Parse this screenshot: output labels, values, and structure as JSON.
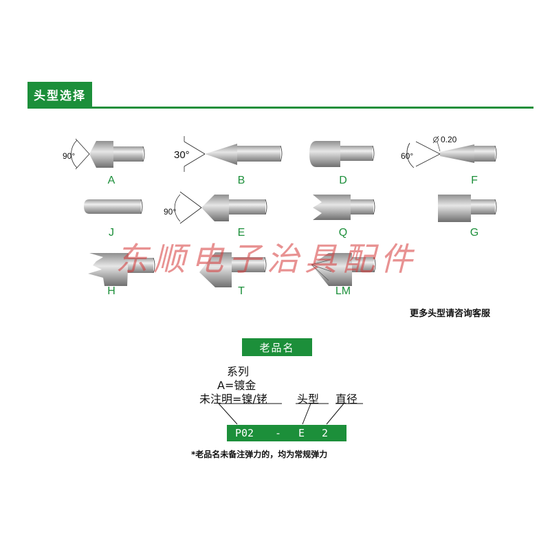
{
  "header": {
    "title": "头型选择"
  },
  "tips": [
    {
      "label": "A",
      "angle": "90°"
    },
    {
      "label": "B",
      "angle": "30°"
    },
    {
      "label": "D"
    },
    {
      "label": "F",
      "angle": "60°",
      "tip_dim": "0.20"
    },
    {
      "label": "J"
    },
    {
      "label": "E",
      "angle": "90°"
    },
    {
      "label": "Q"
    },
    {
      "label": "G"
    },
    {
      "label": "H"
    },
    {
      "label": "T"
    },
    {
      "label": "LM"
    }
  ],
  "more_note": "更多头型请咨询客服",
  "old_name": {
    "title": "老品名",
    "series_label": "系列",
    "plating_gold": "A=镀金",
    "plating_default": "未注明=镍/铑",
    "tip_type_label": "头型",
    "diameter_label": "直径",
    "code": {
      "series": "P02",
      "dash": "-",
      "tip": "E",
      "diameter": "2"
    },
    "footnote": "*老品名未备注弹力的，均为常规弹力"
  },
  "watermark": "东顺电子治具配件",
  "colors": {
    "accent": "#1c8f3a",
    "watermark": "#d63838"
  }
}
